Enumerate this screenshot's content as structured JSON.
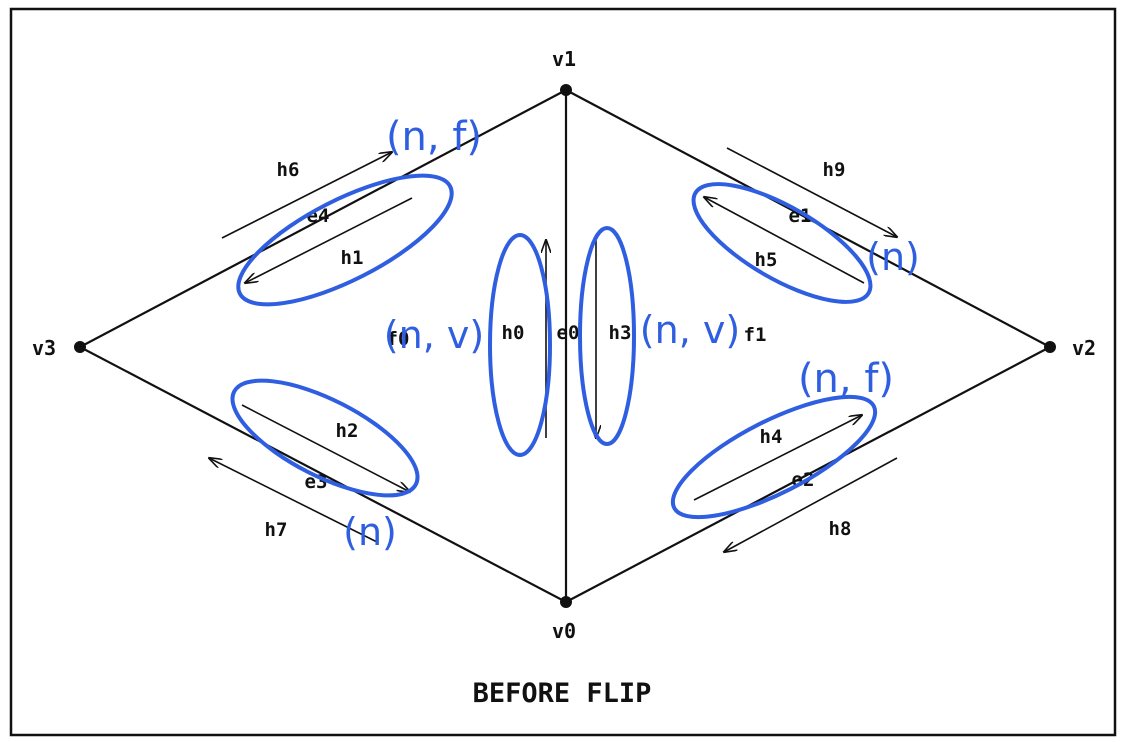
{
  "title": "BEFORE FLIP",
  "vertices": {
    "v0": "v0",
    "v1": "v1",
    "v2": "v2",
    "v3": "v3"
  },
  "edges": {
    "e0": "e0",
    "e1": "e1",
    "e2": "e2",
    "e3": "e3",
    "e4": "e4"
  },
  "faces": {
    "f0": "f0",
    "f1": "f1"
  },
  "halfedges": {
    "h0": "h0",
    "h1": "h1",
    "h2": "h2",
    "h3": "h3",
    "h4": "h4",
    "h5": "h5",
    "h6": "h6",
    "h7": "h7",
    "h8": "h8",
    "h9": "h9"
  },
  "annotations": {
    "h1": "(n, f)",
    "h0": "(n, v)",
    "h3": "(n, v)",
    "h5": "(n)",
    "h4": "(n, f)",
    "h2": "(n)"
  },
  "colors": {
    "ink": "#111111",
    "annotation": "#2f5fe0"
  }
}
